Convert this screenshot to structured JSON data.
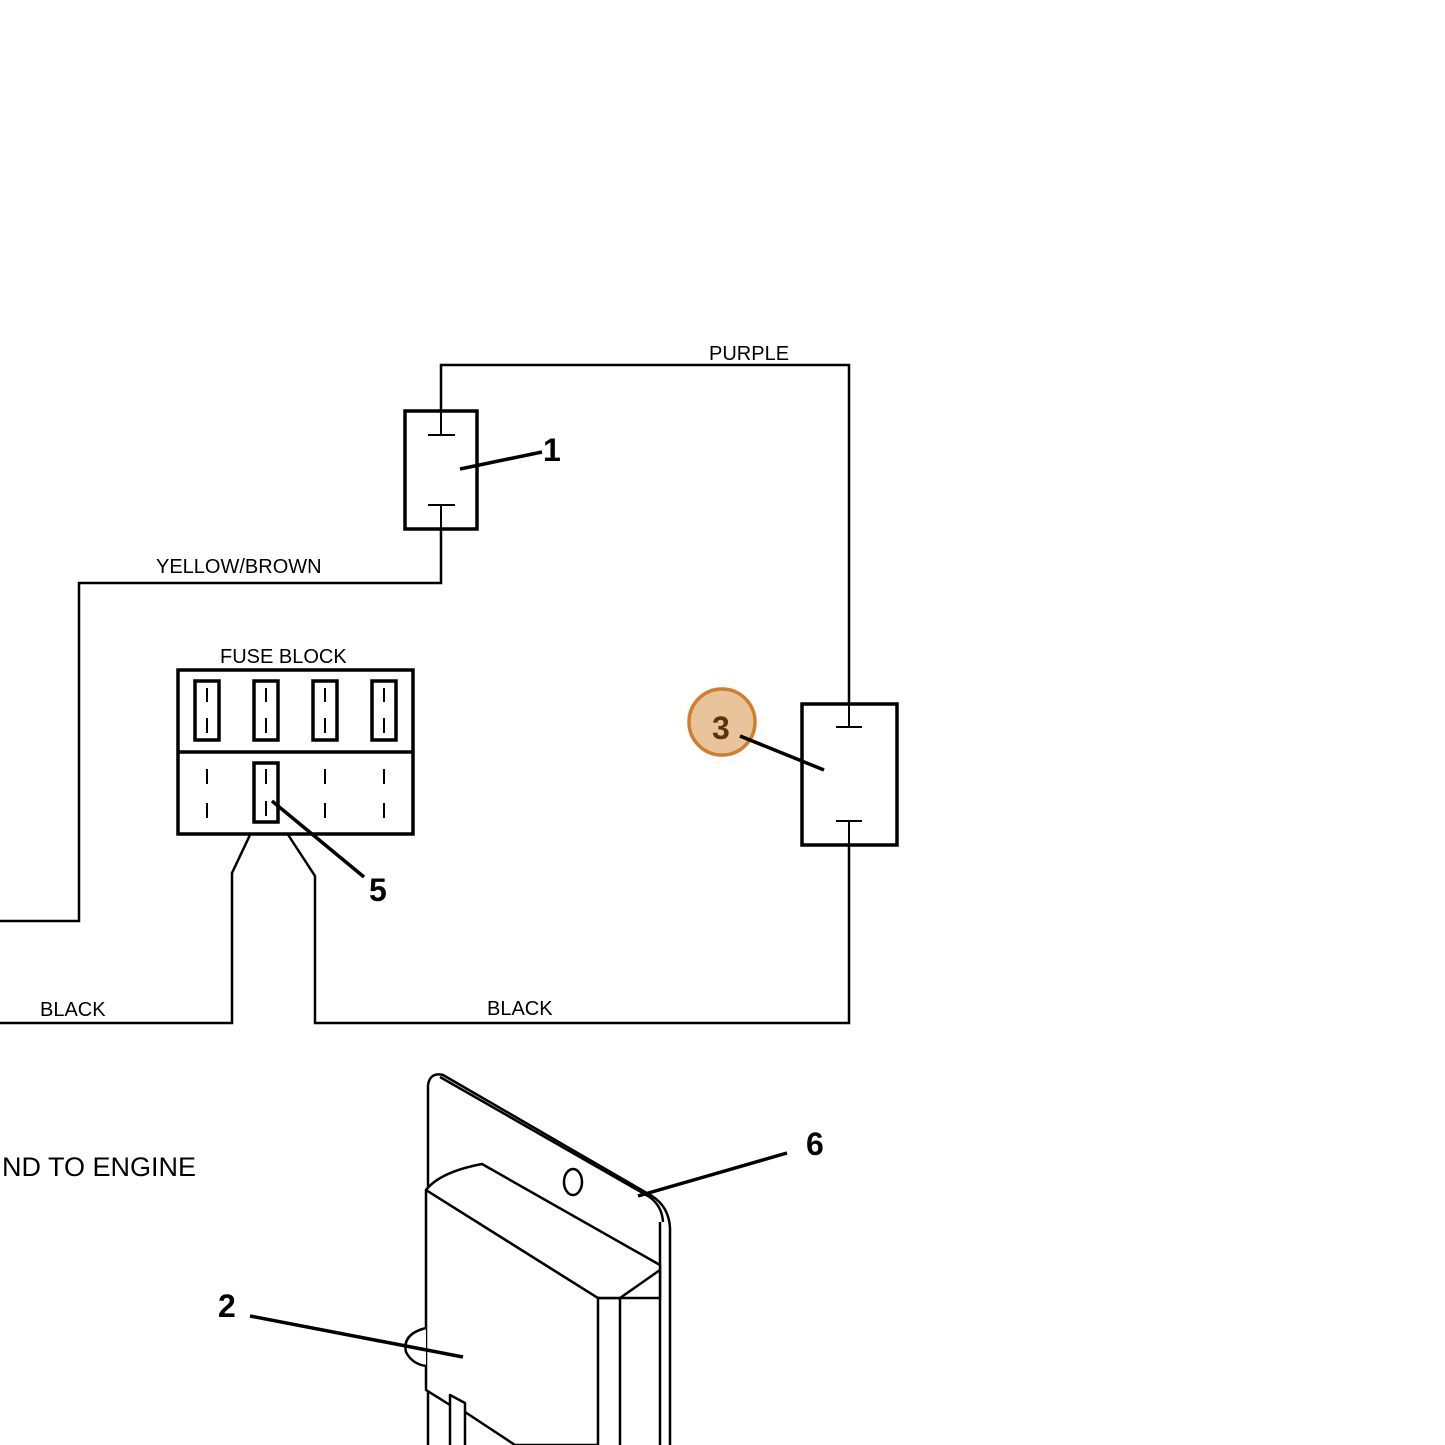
{
  "wires": {
    "purple": "PURPLE",
    "yellow_brown": "YELLOW/BROWN",
    "black_left": "BLACK",
    "black_right": "BLACK"
  },
  "fuse_block": {
    "label": "FUSE BLOCK"
  },
  "callouts": {
    "c1": "1",
    "c2": "2",
    "c3": "3",
    "c5": "5",
    "c6": "6"
  },
  "ground_label": "ND TO ENGINE",
  "colors": {
    "highlight_fill": "#e9c49a",
    "highlight_stroke": "#cf7f2c",
    "callout_3_text": "#5a3310"
  }
}
